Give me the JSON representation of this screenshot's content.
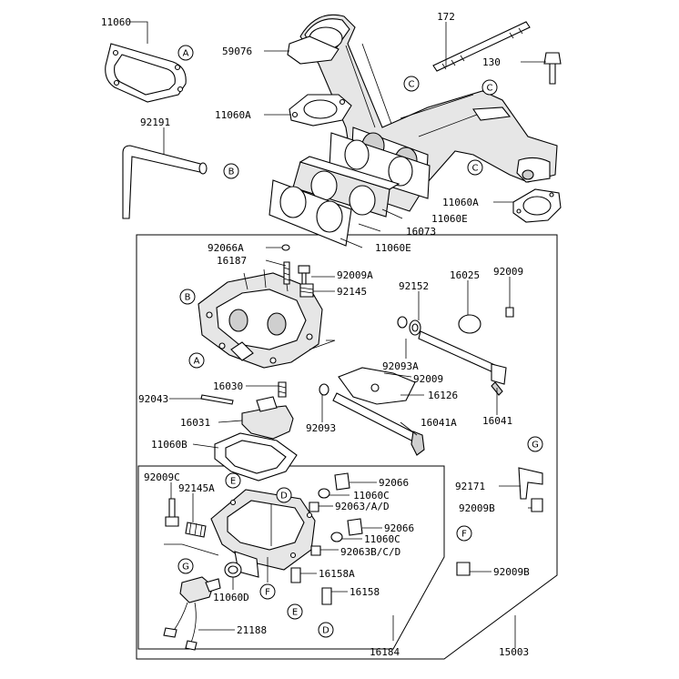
{
  "labels": {
    "p11060": "11060",
    "p172": "172",
    "p59076": "59076",
    "p130": "130",
    "p11060A_top": "11060A",
    "p92191": "92191",
    "p11060A_right": "11060A",
    "p11060E_a": "11060E",
    "p16073": "16073",
    "p11060E_b": "11060E",
    "p92066A": "92066A",
    "p16187": "16187",
    "p92009A": "92009A",
    "p92145": "92145",
    "p92152": "92152",
    "p16025": "16025",
    "p92009_top": "92009",
    "p92093A": "92093A",
    "p92009_mid": "92009",
    "p16126": "16126",
    "p16030": "16030",
    "p92043": "92043",
    "p16031": "16031",
    "p92093": "92093",
    "p16041A": "16041A",
    "p16041": "16041",
    "p11060B": "11060B",
    "p92009C": "92009C",
    "p92145A": "92145A",
    "p92066_a": "92066",
    "p11060C_a": "11060C",
    "p92063AD": "92063/A/D",
    "p92066_b": "92066",
    "p11060C_b": "11060C",
    "p92063BCD": "92063B/C/D",
    "p16158A": "16158A",
    "p16158": "16158",
    "p11060D": "11060D",
    "p21188": "21188",
    "p16184": "16184",
    "p15003": "15003",
    "p92171": "92171",
    "p92009B_a": "92009B",
    "p92009B_b": "92009B"
  },
  "refs": {
    "A": "A",
    "B": "B",
    "C": "C",
    "D": "D",
    "E": "E",
    "F": "F",
    "G": "G"
  }
}
